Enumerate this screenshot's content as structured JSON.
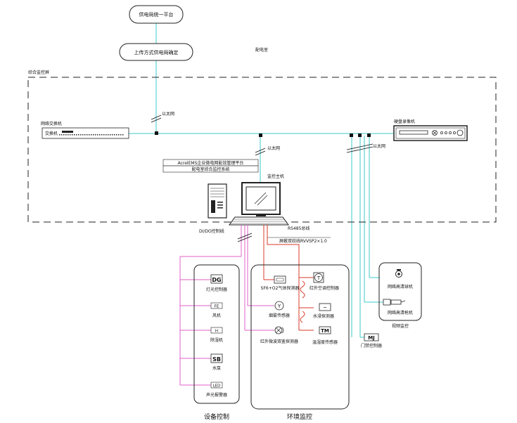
{
  "nodes": {
    "top_platform": "供电局统一平台",
    "upload_method": "上传方式供电局确定",
    "substation_room": "配电室",
    "monitor_screen": "综合监控屏",
    "network_switch": "网络交换机",
    "switch_label": "交换机",
    "dvr": "硬盘录像机",
    "ems_platform": "AcrelEMS企业微电网能效管理平台",
    "monitor_system": "配电室综合监控系统",
    "monitor_host": "监控主机",
    "dido_line": "DI/DO控制线",
    "rs485_bus": "RS485总线",
    "shield_cable": "屏蔽双绞线RVVSP2×1.0",
    "dome_camera": "网络高清球机",
    "gun_camera": "网络高清枪机",
    "video_monitor": "视频监控",
    "access_control": "门禁控制器"
  },
  "ethernet_labels": [
    "以太网",
    "以太网",
    "以太网"
  ],
  "device_control": {
    "title": "设备控制",
    "items": [
      {
        "code": "DG",
        "label": "灯光控制器"
      },
      {
        "code": "FE",
        "label": "风机"
      },
      {
        "code": "H",
        "label": "除湿机"
      },
      {
        "code": "SB",
        "label": "水泵"
      },
      {
        "code": "LED",
        "label": "声光报警器"
      }
    ]
  },
  "env_monitor": {
    "title": "环境监控",
    "items": [
      {
        "code": "SF6",
        "label": "SF6+O2气体探测器"
      },
      {
        "code": "T",
        "label": "红外空调控制器"
      },
      {
        "code": "Y",
        "label": "烟雾传感器"
      },
      {
        "code": "~",
        "label": "水浸探测器"
      },
      {
        "code": "",
        "label": "红外微波双鉴探测器"
      },
      {
        "code": "TM",
        "label": "温湿度传感器"
      }
    ]
  },
  "icons": [
    "dvr-icon",
    "pc-tower-icon",
    "monitor-icon",
    "keyboard-icon",
    "dome-camera-icon",
    "gun-camera-icon"
  ],
  "colors": {
    "ethernet": "#3cc8c8",
    "dido": "#e060c8",
    "rs485": "#d83a2a",
    "frame": "#222222"
  }
}
